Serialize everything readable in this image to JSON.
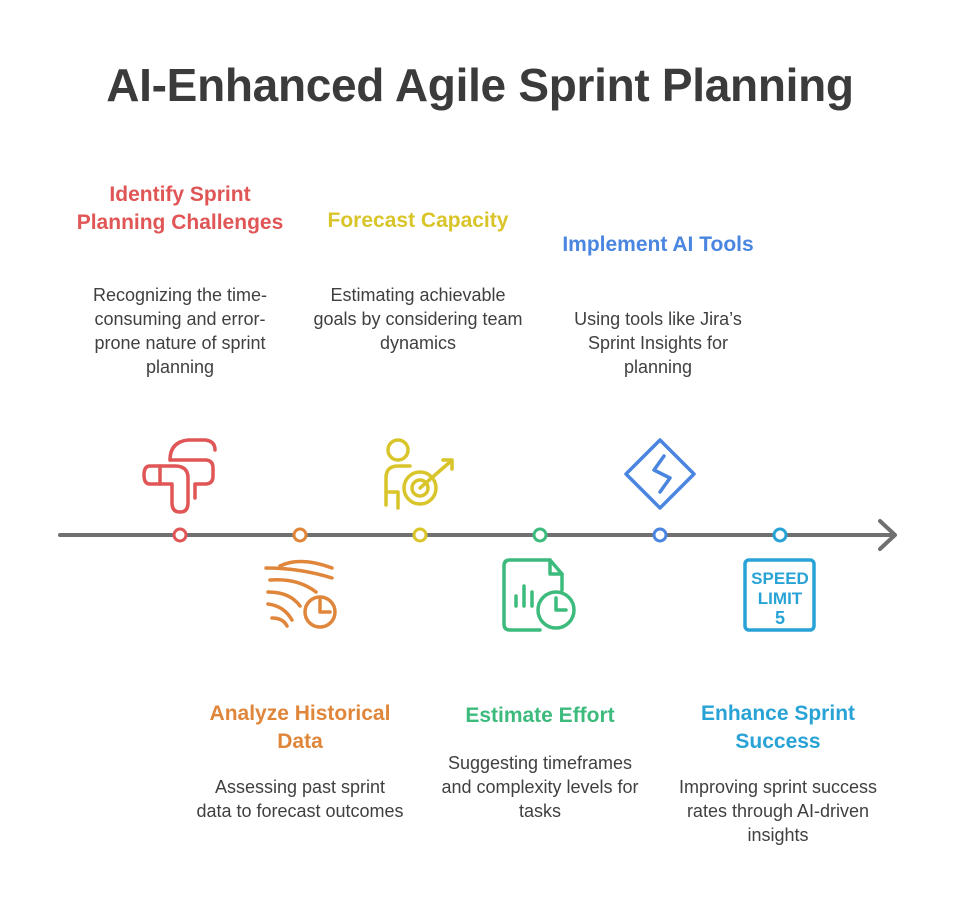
{
  "title": "AI-Enhanced Agile Sprint Planning",
  "colors": {
    "line": "#707070",
    "red": "#e05555",
    "orange": "#e0863a",
    "yellow": "#d9c42a",
    "green": "#3dbb7d",
    "blue": "#4a86e0",
    "cyan": "#29a3d6",
    "text": "#404040",
    "title": "#3b3b3b"
  },
  "steps": [
    {
      "title": "Identify Sprint Planning Challenges",
      "description": "Recognizing the time-consuming and error-prone nature of sprint planning",
      "icon": "bent-pipe-icon",
      "color": "red"
    },
    {
      "title": "Analyze Historical Data",
      "description": "Assessing past sprint data to forecast outcomes",
      "icon": "wind-clock-icon",
      "color": "orange"
    },
    {
      "title": "Forecast Capacity",
      "description": "Estimating achievable goals by considering team dynamics",
      "icon": "person-target-icon",
      "color": "yellow"
    },
    {
      "title": "Estimate Effort",
      "description": "Suggesting timeframes and complexity levels for tasks",
      "icon": "document-chart-clock-icon",
      "color": "green"
    },
    {
      "title": "Implement AI Tools",
      "description": "Using tools like Jira’s Sprint Insights for planning",
      "icon": "jira-logo-icon",
      "color": "blue"
    },
    {
      "title": "Enhance Sprint Success",
      "description": "Improving sprint success rates through AI-driven insights",
      "icon": "speed-limit-sign-icon",
      "color": "cyan",
      "sign_text": [
        "SPEED",
        "LIMIT",
        "5"
      ]
    }
  ]
}
